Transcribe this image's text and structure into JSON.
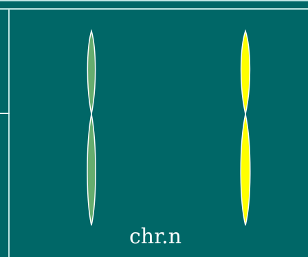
{
  "label": "chr.n",
  "colors": {
    "background": "#006767",
    "frame_line": "#bfe6e4",
    "chromosome_left": "#66ad6e",
    "chromosome_right": "#ffff00",
    "outline": "#ffffff"
  },
  "chromosomes": [
    {
      "name": "left",
      "color_key": "chromosome_left"
    },
    {
      "name": "right",
      "color_key": "chromosome_right"
    }
  ]
}
